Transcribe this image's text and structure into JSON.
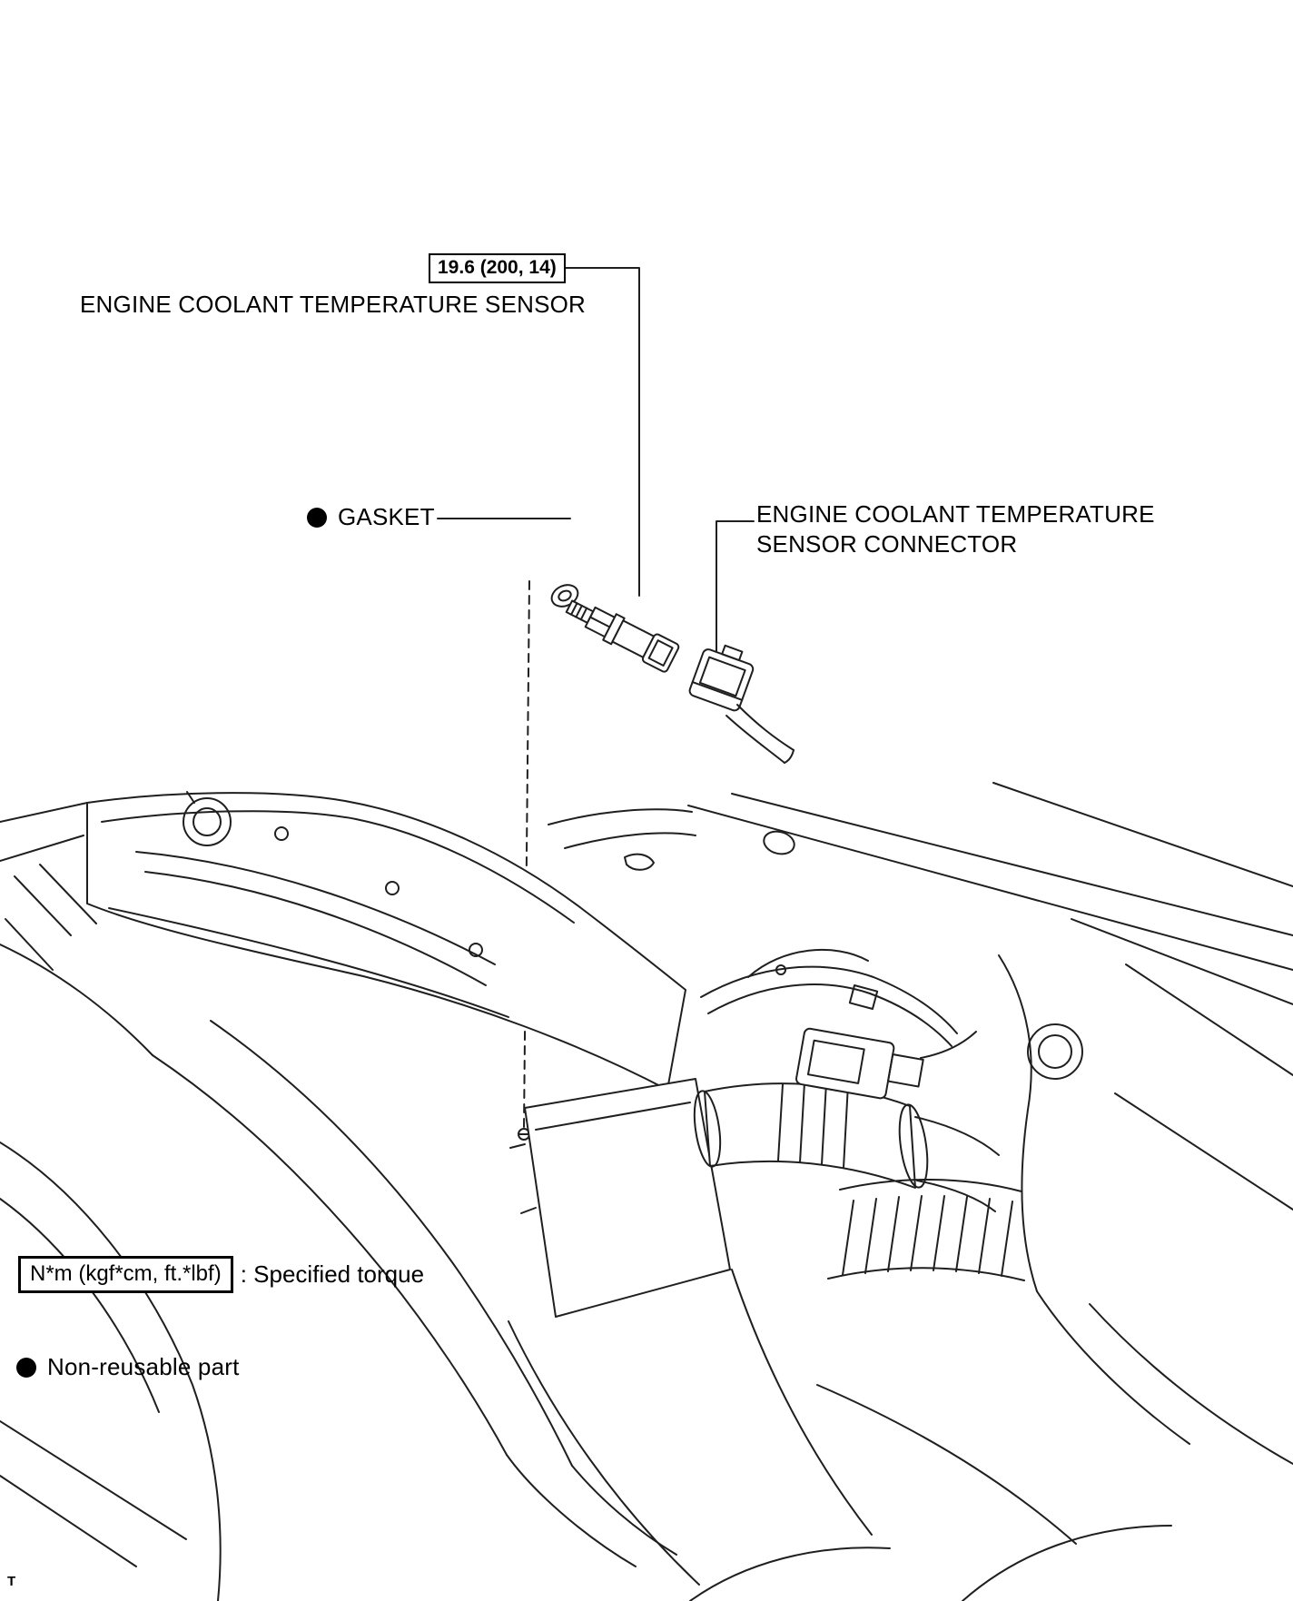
{
  "callouts": {
    "torque_value": "19.6 (200, 14)",
    "sensor_label": "ENGINE COOLANT TEMPERATURE SENSOR",
    "gasket_label": "GASKET",
    "connector_label_line1": "ENGINE COOLANT TEMPERATURE",
    "connector_label_line2": "SENSOR CONNECTOR"
  },
  "legend": {
    "torque_unit_box": "N*m (kgf*cm, ft.*lbf)",
    "torque_caption": ": Specified torque",
    "non_reusable_caption": "Non-reusable part"
  },
  "footer": {
    "mark": "T"
  },
  "colors": {
    "line": "#1f1f1f",
    "background": "#ffffff"
  }
}
